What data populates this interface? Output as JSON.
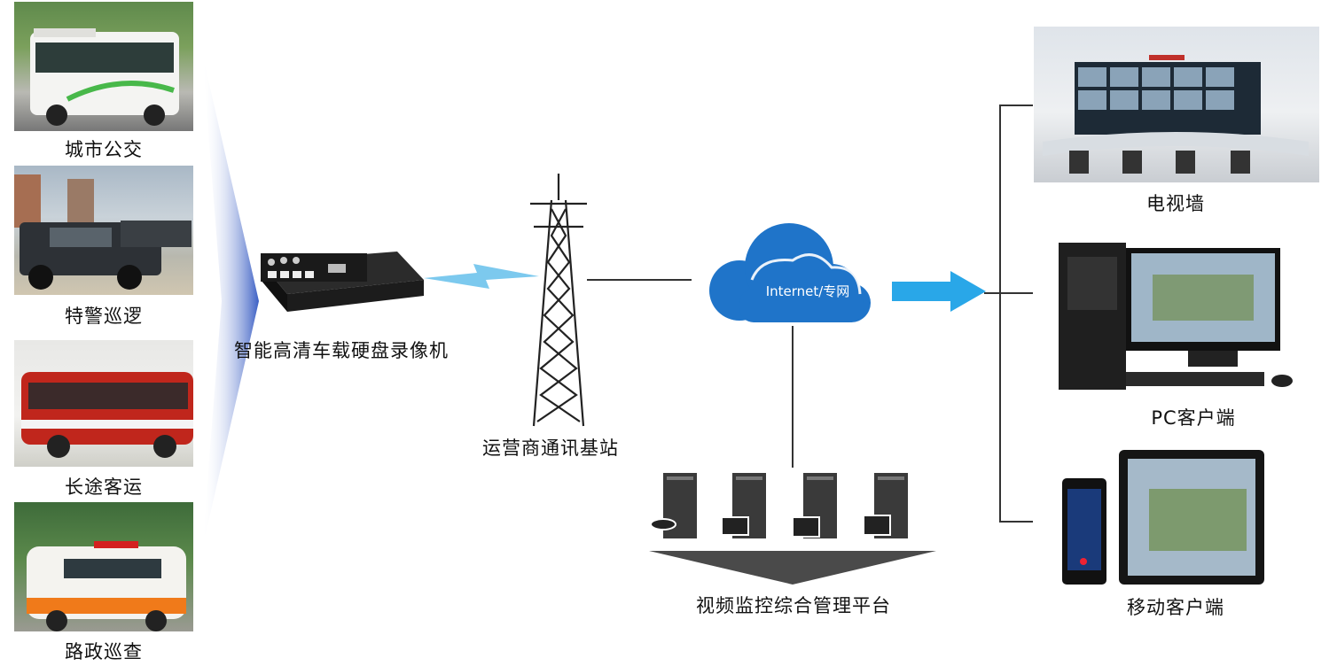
{
  "vehicles": [
    {
      "label": "城市公交",
      "icon": "bus-photo"
    },
    {
      "label": "特警巡逻",
      "icon": "police-vehicles-photo"
    },
    {
      "label": "长途客运",
      "icon": "coach-photo"
    },
    {
      "label": "路政巡查",
      "icon": "road-patrol-van-photo"
    }
  ],
  "nvr": {
    "label": "智能高清车载硬盘录像机"
  },
  "tower": {
    "label": "运营商通讯基站"
  },
  "cloud": {
    "text": "Internet/专网",
    "color": "#1f74c9"
  },
  "platform": {
    "label": "视频监控综合管理平台"
  },
  "clients": [
    {
      "label": "电视墙"
    },
    {
      "label": "PC客户端"
    },
    {
      "label": "移动客户端"
    }
  ],
  "colors": {
    "accent": "#1f74c9",
    "arrow": "#29a7e8",
    "line": "#333333"
  }
}
